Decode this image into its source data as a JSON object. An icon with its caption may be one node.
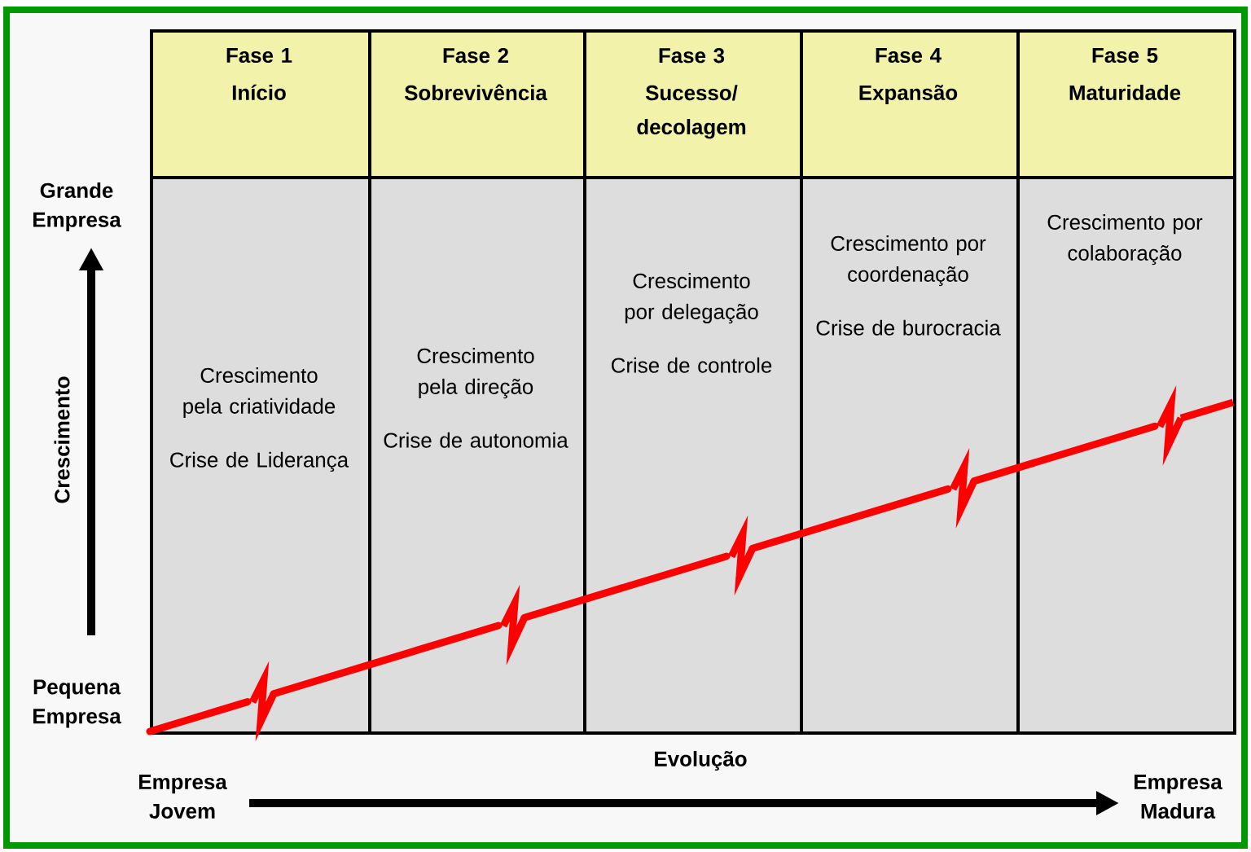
{
  "diagram": {
    "nodes": [
      {
        "text": [
          "Fase 1",
          "Início"
        ]
      },
      {
        "text": [
          "Fase 2",
          "Sobrevivência"
        ]
      },
      {
        "text": [
          "Fase 3",
          "Sucesso/ decolagem"
        ]
      },
      {
        "text": [
          "Fase 4",
          "Expansão"
        ]
      },
      {
        "text": [
          "Fase 5",
          "Maturidade"
        ]
      },
      {
        "text": [
          "Crescimento pela criatividade",
          "Crise de Liderança"
        ]
      },
      {
        "text": [
          "Crescimento pela direção",
          "Crise de autonomia"
        ]
      },
      {
        "text": [
          "Crescimento por delegação",
          "Crise de controle"
        ]
      },
      {
        "text": [
          "Crescimento por coordenação",
          "Crise de burocracia"
        ]
      },
      {
        "text": [
          "Crescimento por colaboração"
        ]
      }
    ],
    "labels": [
      "Grande Empresa",
      "Crescimento",
      "Pequena Empresa",
      "Evolução",
      "Empresa Jovem",
      "Empresa Madura"
    ]
  }
}
